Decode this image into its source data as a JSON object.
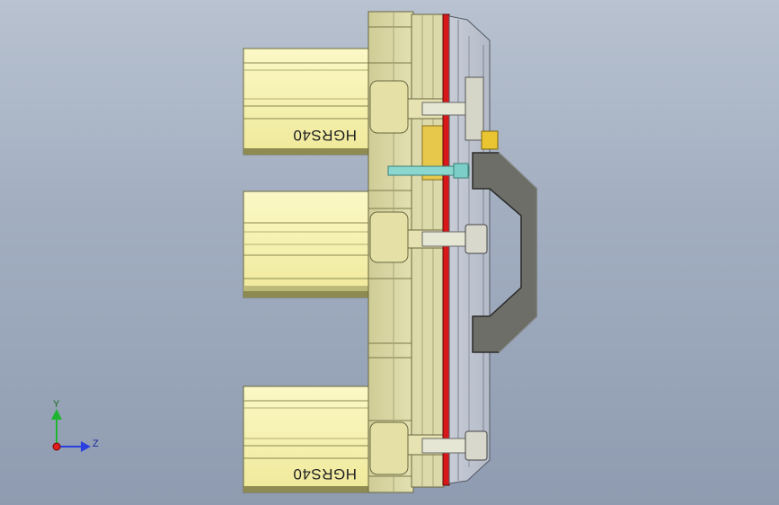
{
  "parts": {
    "upper_rail_label": "HGRS40",
    "lower_rail_label": "HGRS40"
  },
  "triad": {
    "y_label": "Y",
    "z_label": "Z",
    "y_color": "#1fb531",
    "z_color": "#2a3fe0",
    "origin_color": "#e02020"
  },
  "colors": {
    "background": "#a3afc1",
    "rail_yellow": "#f4f0a8",
    "plate": "#d9d6a4",
    "gasket_red": "#d81818",
    "handle": "#666660",
    "bolt": "#7ccfc8"
  }
}
